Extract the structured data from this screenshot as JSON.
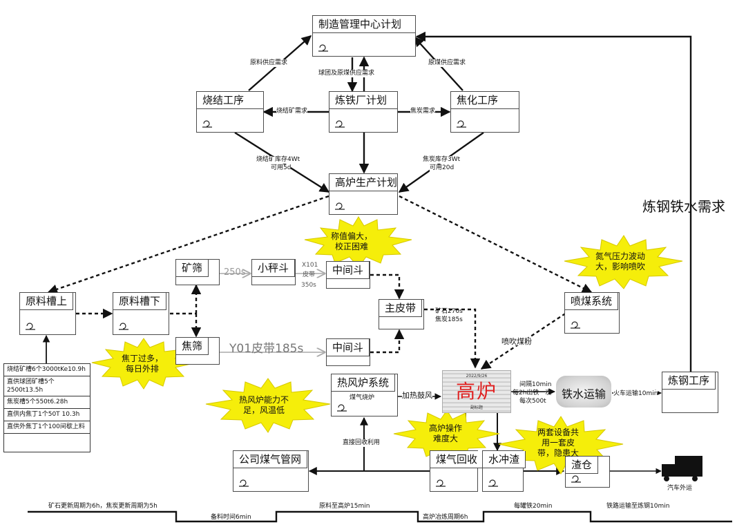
{
  "boxes": {
    "mfg_center": "制造管理中心计划",
    "sinter": "烧结工序",
    "ironworks_plan": "炼铁厂计划",
    "coking": "焦化工序",
    "bf_plan": "高炉生产计划",
    "ore_screen": "矿筛",
    "small_hopper": "小秤斗",
    "mid_hopper_top": "中间斗",
    "main_belt": "主皮带",
    "raw_bin_upper": "原料槽上",
    "raw_bin_lower": "原料槽下",
    "coke_screen": "焦筛",
    "mid_hopper_bottom": "中间斗",
    "coal_injection": "喷煤系统",
    "hot_blast": "热风炉系统",
    "hot_blast_sub": "煤气烧炉",
    "steelmaking": "炼钢工序",
    "company_gas": "公司煤气管网",
    "gas_recovery": "煤气回收",
    "water_slag": "水冲渣",
    "slag_yard": "渣仓"
  },
  "edges": {
    "raw_supply_left": "原料供应需求",
    "pellet_supply": "球团及原煤供应需求",
    "coal_supply_right": "原煤供应需求",
    "sinter_demand": "烧结矿需求",
    "coke_demand": "焦炭需求",
    "sinter_stock_1": "烧结矿库存4Wt",
    "sinter_stock_2": "可用5d",
    "coke_stock_1": "焦炭库存3Wt",
    "coke_stock_2": "可用20d",
    "t250": "250s",
    "x101_1": "X101",
    "x101_2": "皮带",
    "x101_3": "350s",
    "y01": "Y01皮带185s",
    "ore_coke_time_1": "矿石270s",
    "ore_coke_time_2": "焦炭185s",
    "coal_powder": "喷吹煤粉",
    "heat_blast": "加热鼓风",
    "tap_1": "间隔10min",
    "tap_2": "每2h出铁一次",
    "tap_3": "每次500t",
    "train_10": "火车运输10min",
    "direct_recycle": "直接回收利用",
    "truck_out": "汽车外运",
    "steel_demand": "炼钢铁水需求"
  },
  "stars": {
    "weigh": [
      "称值偏大，",
      "校正困难"
    ],
    "nitrogen": [
      "氮气压力波动",
      "大，影响喷吹"
    ],
    "coke_tail": [
      "焦丁过多，",
      "每日外排"
    ],
    "stove": [
      "热风炉能力不",
      "足，风温低"
    ],
    "bf_op": [
      "高炉操作",
      "难度大"
    ],
    "shared": [
      "两套设备共",
      "用一套皮",
      "带，隐患大"
    ]
  },
  "inventory": [
    "烧结矿槽6个3000tKe10.9h",
    "直供球团矿槽5个2500t13.5h",
    "焦炭槽5个550t6.28h",
    "直供内焦丁1个50T 10.3h",
    "直供外焦丁1个100间歇上料",
    ""
  ],
  "furnace": {
    "name": "高炉",
    "date": "2022/9/26",
    "sub": "副标题"
  },
  "transport": "铁水运输",
  "timeline": [
    "矿石更新周期为6h，焦炭更新周期为5h",
    "备料时间6min",
    "原料至高炉15min",
    "高炉冶炼周期6h",
    "每罐铁20min",
    "铁路运输至炼钢10min"
  ],
  "colors": {
    "star_fill": "#f5ee0a",
    "furnace_text": "#e02020",
    "line": "#111111"
  }
}
